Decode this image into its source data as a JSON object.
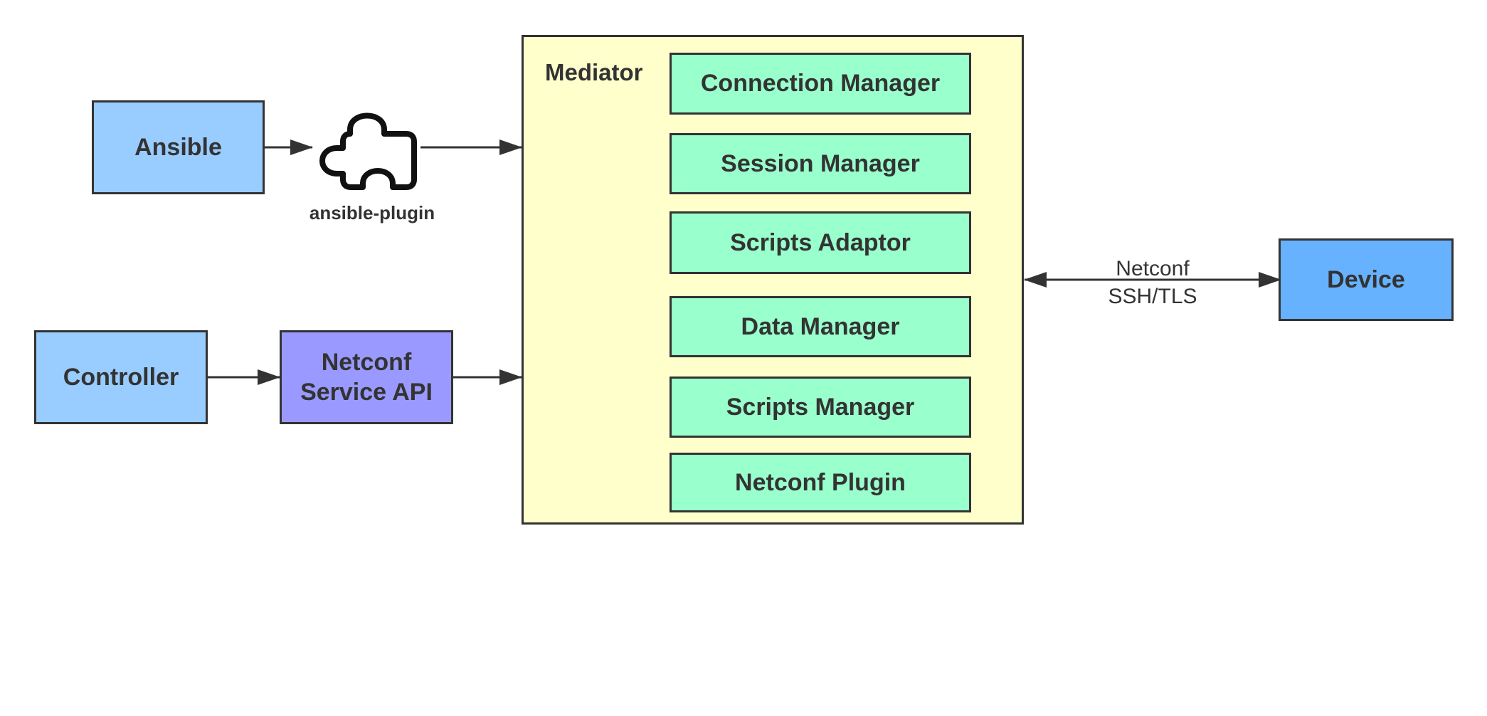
{
  "nodes": {
    "ansible": "Ansible",
    "ansible_plugin": "ansible-plugin",
    "controller": "Controller",
    "netconf_service_api": [
      "Netconf",
      "Service API"
    ],
    "device": "Device"
  },
  "mediator": {
    "title": "Mediator",
    "components": [
      "Connection Manager",
      "Session Manager",
      "Scripts Adaptor",
      "Data Manager",
      "Scripts Manager",
      "Netconf Plugin"
    ]
  },
  "links": {
    "device_link": [
      "Netconf",
      "SSH/TLS"
    ]
  },
  "colors": {
    "client_box": "#99ccff",
    "api_box": "#9999ff",
    "device_box": "#66b2ff",
    "mediator_bg": "#ffffcc",
    "component_box": "#99ffcc",
    "stroke": "#333333"
  },
  "icons": {
    "plugin": "puzzle-piece-icon"
  }
}
